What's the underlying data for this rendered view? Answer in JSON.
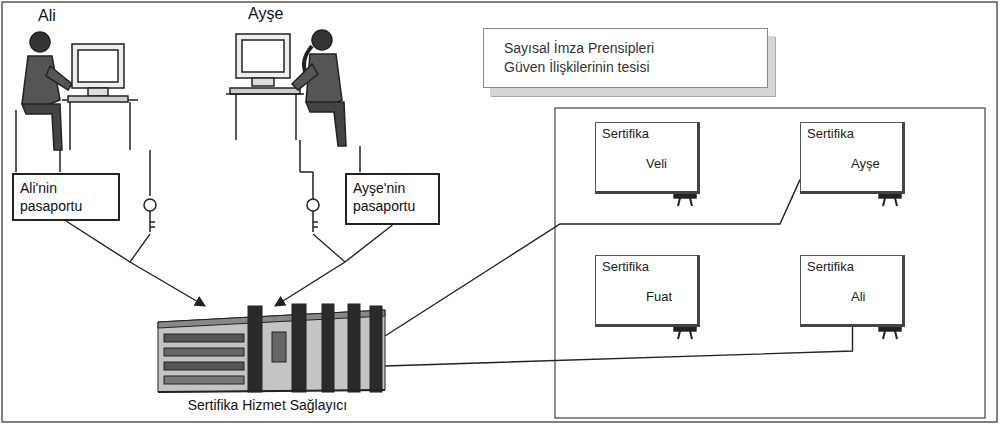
{
  "diagram": {
    "nodes": [
      {
        "text": [
          "Ali'nin pasaportu"
        ]
      },
      {
        "text": [
          "Ayşe'nin pasaportu"
        ]
      },
      {
        "text": [
          "Sayısal İmza Prensipleri",
          "Güven İlişkilerinin tesisi"
        ]
      },
      {
        "text": [
          "Sertifika",
          "Veli"
        ]
      },
      {
        "text": [
          "Sertifika",
          "Ayşe"
        ]
      },
      {
        "text": [
          "Sertifika",
          "Fuat"
        ]
      },
      {
        "text": [
          "Sertifika",
          "Ali"
        ]
      },
      {
        "text": [
          "Sertifika Hizmet Sağlayıcı"
        ]
      }
    ],
    "edges": [
      {
        "from": 0,
        "to": 7,
        "arrow": "to"
      },
      {
        "from": 1,
        "to": 7,
        "arrow": "to"
      },
      {
        "from": 7,
        "to": 4,
        "arrow": "none"
      },
      {
        "from": 7,
        "to": 6,
        "arrow": "none"
      }
    ],
    "labels": [
      "Ali",
      "Ayşe"
    ]
  }
}
